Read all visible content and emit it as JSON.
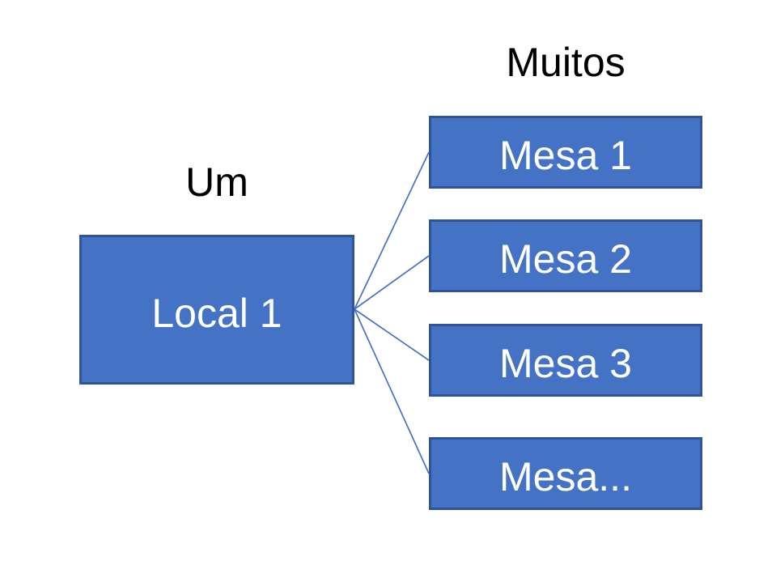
{
  "diagram": {
    "title": "one-to-many relationship diagram",
    "left_label": "Um",
    "right_label": "Muitos",
    "left_node": {
      "label": "Local 1"
    },
    "right_nodes": [
      {
        "label": "Mesa 1"
      },
      {
        "label": "Mesa 2"
      },
      {
        "label": "Mesa 3"
      },
      {
        "label": "Mesa..."
      }
    ],
    "connections": [
      {
        "from": "Local 1",
        "to": "Mesa 1"
      },
      {
        "from": "Local 1",
        "to": "Mesa 2"
      },
      {
        "from": "Local 1",
        "to": "Mesa 3"
      },
      {
        "from": "Local 1",
        "to": "Mesa..."
      }
    ],
    "colors": {
      "node_fill": "#4472C4",
      "node_border": "#2F5597",
      "connector": "#4472C4",
      "node_text": "#FFFFFF",
      "label_text": "#000000",
      "background": "#FFFFFF"
    }
  }
}
